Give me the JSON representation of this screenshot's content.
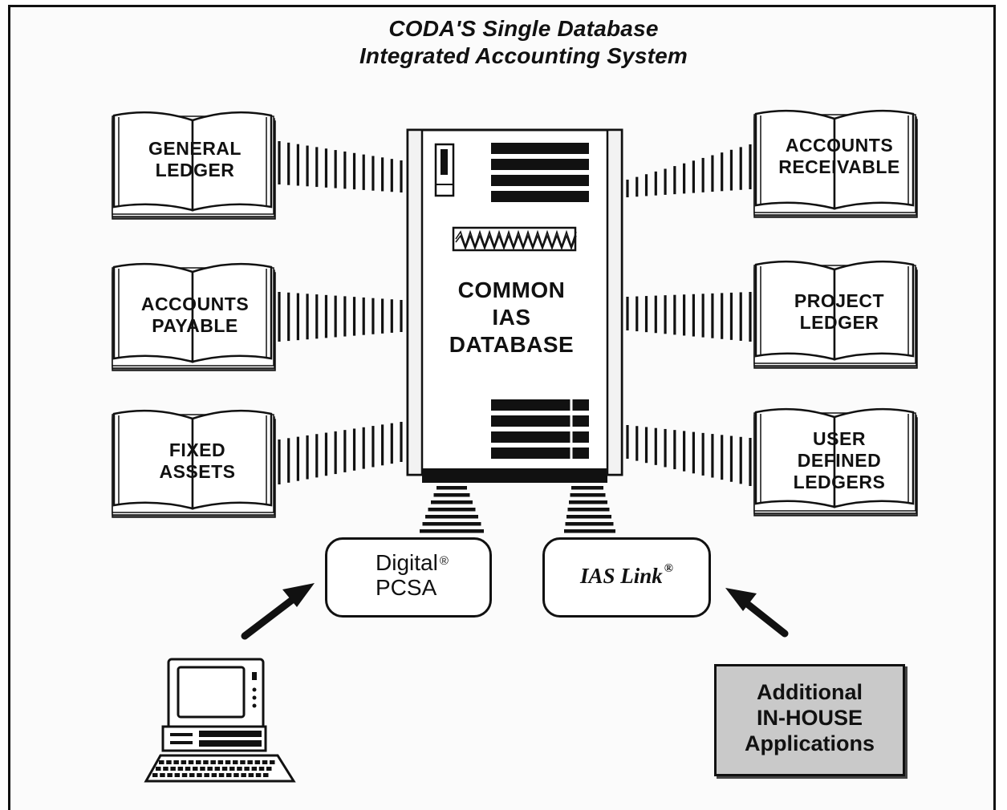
{
  "title": {
    "line1": "CODA'S Single Database",
    "line2": "Integrated Accounting System"
  },
  "database": {
    "label": "COMMON\nIAS\nDATABASE"
  },
  "modules": {
    "left": [
      {
        "label": "GENERAL\nLEDGER"
      },
      {
        "label": "ACCOUNTS\nPAYABLE"
      },
      {
        "label": "FIXED\nASSETS"
      }
    ],
    "right": [
      {
        "label": "ACCOUNTS\nRECEIVABLE"
      },
      {
        "label": "PROJECT\nLEDGER"
      },
      {
        "label": "USER\nDEFINED\nLEDGERS"
      }
    ]
  },
  "connectors": {
    "pcsa": {
      "line1": "Digital",
      "mark": "®",
      "line2": "PCSA"
    },
    "ias_link": {
      "label": "IAS Link",
      "mark": "®"
    }
  },
  "inhouse": {
    "label": "Additional\nIN-HOUSE\nApplications"
  },
  "icons": [
    "book-icon",
    "database-cabinet-icon",
    "desktop-computer-icon",
    "arrow-icon"
  ],
  "colors": {
    "ink": "#111111",
    "box_fill": "#c9c9c9",
    "background": "#fbfbfb"
  }
}
